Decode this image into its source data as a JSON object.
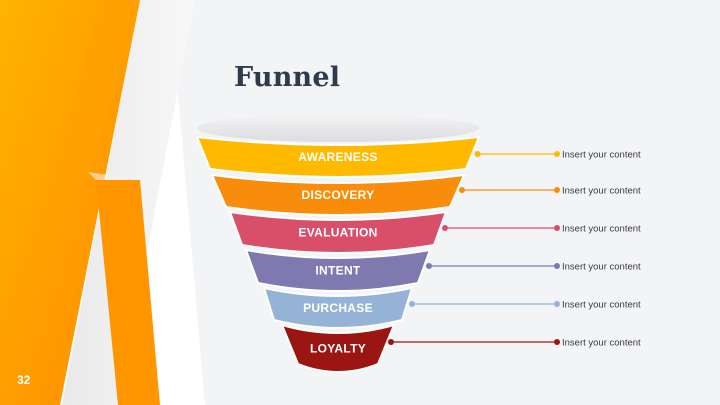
{
  "slide": {
    "title": "Funnel",
    "number": "32"
  },
  "theme": {
    "accent_dark": "#ff8a00",
    "accent_light": "#ffb300",
    "title_color": "#2f3a4d"
  },
  "funnel": {
    "stages": [
      {
        "label": "AWARENESS",
        "color": "#ffba00",
        "note": "Insert your content"
      },
      {
        "label": "DISCOVERY",
        "color": "#f98d0b",
        "note": "Insert your content"
      },
      {
        "label": "EVALUATION",
        "color": "#d94f6a",
        "note": "Insert your content"
      },
      {
        "label": "INTENT",
        "color": "#7f79b0",
        "note": "Insert your content"
      },
      {
        "label": "PURCHASE",
        "color": "#94b3d7",
        "note": "Insert your content"
      },
      {
        "label": "LOYALTY",
        "color": "#9b1612",
        "note": "Insert your content"
      }
    ]
  }
}
